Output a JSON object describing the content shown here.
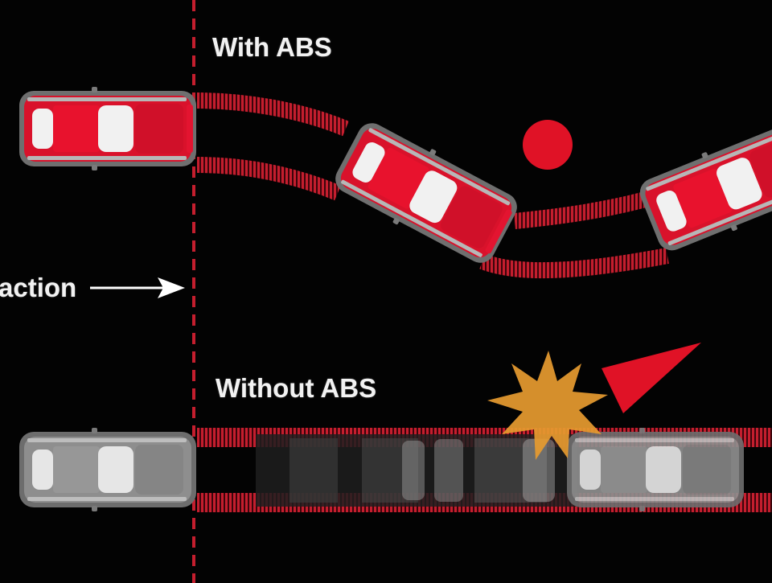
{
  "labels": {
    "with_abs": "With ABS",
    "without_abs": "Without ABS",
    "reaction": "action"
  },
  "colors": {
    "background": "#030303",
    "car_red": "#d9122b",
    "car_grey": "#8a8a8a",
    "tire_track": "#c41e2e",
    "reaction_line": "#c41e2e",
    "obstacle": "#e01226",
    "impact_burst": "#e59a2f",
    "arrow": "#ffffff"
  },
  "icons": {
    "car_with_abs": "car-top-view-icon",
    "car_without_abs": "car-top-view-icon",
    "obstacle": "circle-obstacle-icon",
    "impact": "starburst-impact-icon",
    "skid_direction": "triangle-pointer-icon",
    "reaction_arrow": "arrow-right-icon"
  }
}
